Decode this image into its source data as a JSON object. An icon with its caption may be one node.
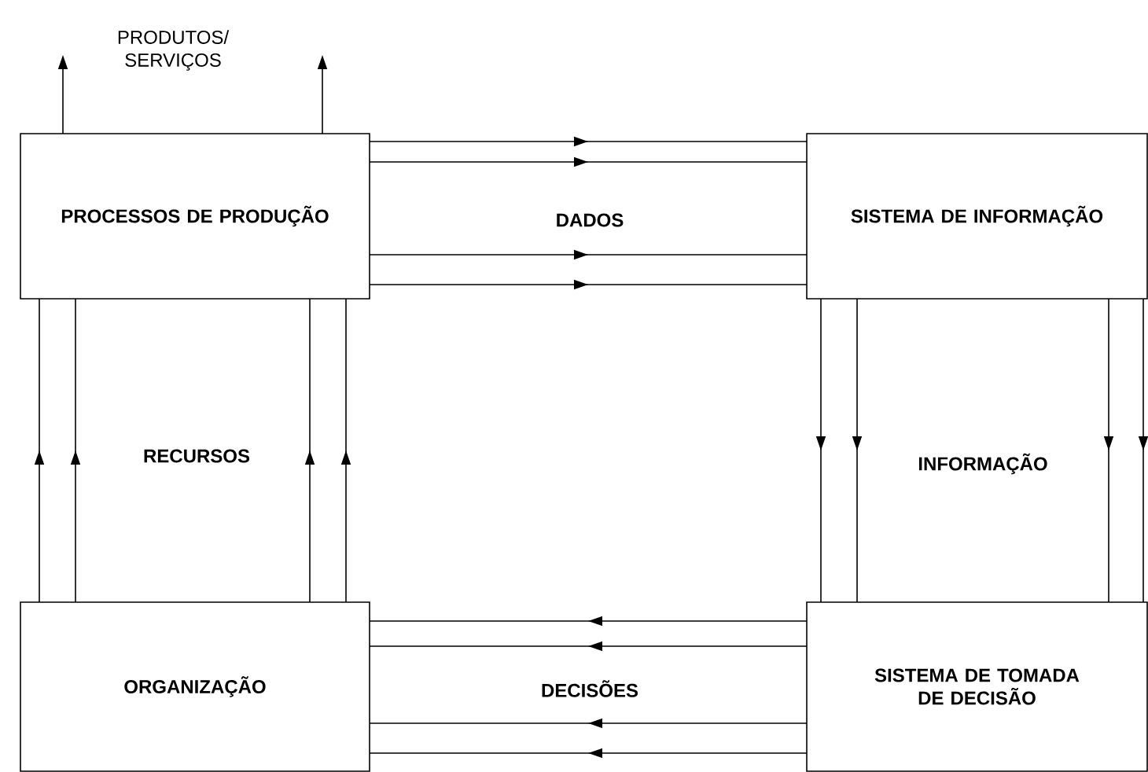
{
  "diagram": {
    "nodes": [
      {
        "text": [
          "PROCESSOS DE PRODUÇÃO"
        ]
      },
      {
        "text": [
          "SISTEMA DE INFORMAÇÃO"
        ]
      },
      {
        "text": [
          "ORGANIZAÇÃO"
        ]
      },
      {
        "text": [
          "SISTEMA DE TOMADA DE DECISÃO"
        ]
      }
    ],
    "edges": [
      {
        "from": 0,
        "to": null,
        "arrow": "to"
      },
      {
        "from": 0,
        "to": null,
        "arrow": "to"
      },
      {
        "from": 0,
        "to": 1,
        "arrow": "to"
      },
      {
        "from": 0,
        "to": 1,
        "arrow": "to"
      },
      {
        "from": 0,
        "to": 1,
        "arrow": "to"
      },
      {
        "from": 0,
        "to": 1,
        "arrow": "to"
      },
      {
        "from": 2,
        "to": 0,
        "arrow": "to"
      },
      {
        "from": 2,
        "to": 0,
        "arrow": "to"
      },
      {
        "from": 2,
        "to": 0,
        "arrow": "to"
      },
      {
        "from": 2,
        "to": 0,
        "arrow": "to"
      },
      {
        "from": 1,
        "to": 3,
        "arrow": "to"
      },
      {
        "from": 1,
        "to": 3,
        "arrow": "to"
      },
      {
        "from": 1,
        "to": 3,
        "arrow": "to"
      },
      {
        "from": 1,
        "to": 3,
        "arrow": "to"
      },
      {
        "from": 3,
        "to": 2,
        "arrow": "to"
      },
      {
        "from": 3,
        "to": 2,
        "arrow": "to"
      },
      {
        "from": 3,
        "to": 2,
        "arrow": "to"
      },
      {
        "from": 3,
        "to": 2,
        "arrow": "to"
      }
    ],
    "labels": [
      "PRODUTOS/ SERVIÇOS",
      "DADOS",
      "RECURSOS",
      "INFORMAÇÃO",
      "DECISÕES"
    ]
  }
}
